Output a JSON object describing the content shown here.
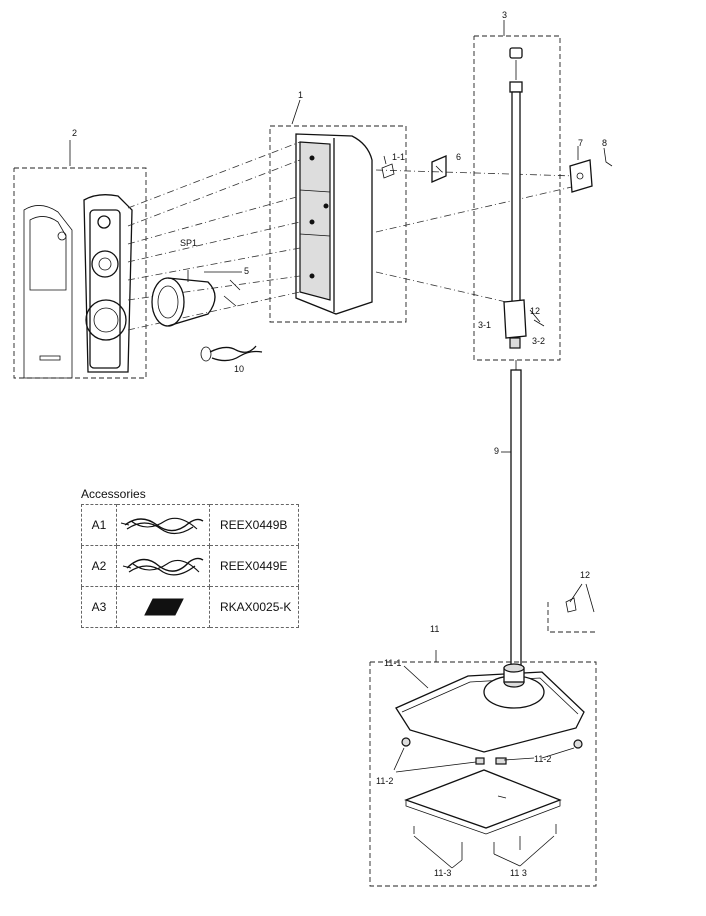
{
  "callouts": {
    "c1": "1",
    "c1_1": "1-1",
    "c2": "2",
    "c3": "3",
    "c3_1": "3-1",
    "c3_2": "3-2",
    "c5": "5",
    "c6": "6",
    "c7": "7",
    "c8": "8",
    "c9": "9",
    "c10": "10",
    "c11": "11",
    "c11_1": "11-1",
    "c11_2a": "11-2",
    "c11_2b": "11-2",
    "c11_3a": "11-3",
    "c11_3b": "11 3",
    "c12": "12",
    "c12b": "12",
    "sp1": "SP1"
  },
  "accessories": {
    "title": "Accessories",
    "items": [
      {
        "id": "A1",
        "part": "REEX0449B",
        "icon": "cable-bundle-icon"
      },
      {
        "id": "A2",
        "part": "REEX0449E",
        "icon": "cable-bundle-icon"
      },
      {
        "id": "A3",
        "part": "RKAX0025-K",
        "icon": "pad-icon"
      }
    ]
  }
}
